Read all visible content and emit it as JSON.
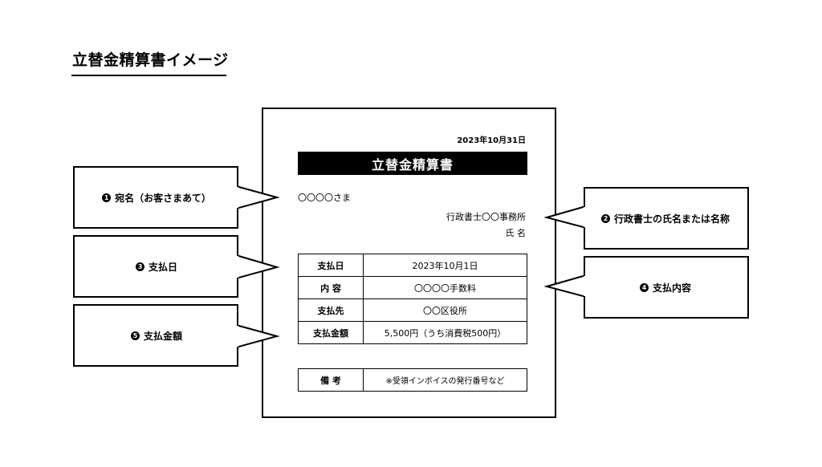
{
  "page": {
    "title": "立替金精算書イメージ"
  },
  "document": {
    "date": "2023年10月31日",
    "title": "立替金精算書",
    "recipient": "〇〇〇〇さま",
    "issuer": "行政書士〇〇事務所",
    "signer": "氏 名",
    "rows": [
      {
        "label": "支払日",
        "value": "2023年10月1日"
      },
      {
        "label": "内 容",
        "value": "〇〇〇〇手数料"
      },
      {
        "label": "支払先",
        "value": "〇〇区役所"
      },
      {
        "label": "支払金額",
        "value": "5,500円（うち消費税500円）"
      }
    ],
    "remarks": {
      "label": "備 考",
      "value": "※受領インボイスの発行番号など"
    }
  },
  "callouts": [
    {
      "number": "1",
      "label": "宛名（お客さまあて）"
    },
    {
      "number": "2",
      "label": "行政書士の氏名または名称"
    },
    {
      "number": "3",
      "label": "支払日"
    },
    {
      "number": "4",
      "label": "支払内容"
    },
    {
      "number": "5",
      "label": "支払金額"
    }
  ]
}
